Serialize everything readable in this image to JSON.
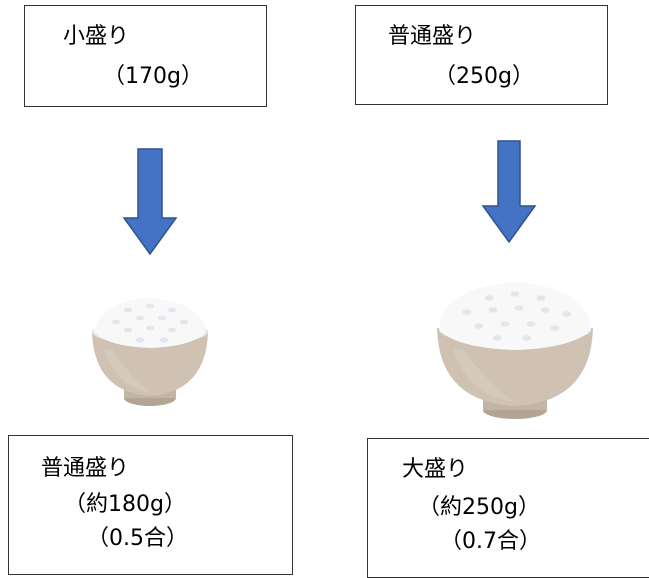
{
  "diagram": {
    "top_left": {
      "line1": "小盛り",
      "line2": "（170g）"
    },
    "top_right": {
      "line1": "普通盛り",
      "line2": "（250g）"
    },
    "bottom_left": {
      "line1": "普通盛り",
      "line2": "（約180g）",
      "line3": "（0.5合）"
    },
    "bottom_right": {
      "line1": "大盛り",
      "line2": "（約250g）",
      "line3": "（0.7合）"
    },
    "colors": {
      "arrow_fill": "#4472c4",
      "arrow_stroke": "#2f528f",
      "bowl": "#cfc2b2",
      "rice": "#f8f8f8"
    }
  }
}
